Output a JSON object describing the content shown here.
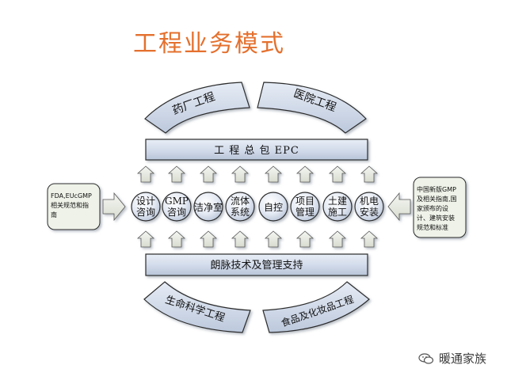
{
  "title": "工程业务模式",
  "top_arcs": {
    "left": "药厂工程",
    "right": "医院工程"
  },
  "top_bar": "工 程 总 包 EPC",
  "bottom_bar": "朗脉技术及管理支持",
  "bottom_arcs": {
    "left": "生命科学工程",
    "right": "食品及化妆品工程"
  },
  "services": [
    [
      "设计",
      "咨询"
    ],
    [
      "GMP",
      "咨询"
    ],
    [
      "洁净室"
    ],
    [
      "流体",
      "系统"
    ],
    [
      "自控"
    ],
    [
      "项目",
      "管理"
    ],
    [
      "土建",
      "施工"
    ],
    [
      "机电",
      "安装"
    ]
  ],
  "left_box": [
    "FDA,EUcGMP",
    "相关规范和指",
    "南"
  ],
  "right_box": [
    "中国新版GMP",
    "及相关指南,国",
    "家颁布的设",
    "计、建筑安装",
    "规范和标准"
  ],
  "watermark": "暖通家族",
  "colors": {
    "title": "#e4702e",
    "fill": "#d6e0ee",
    "stroke": "#2b2b2b",
    "shadow": "#9aa4b0"
  }
}
